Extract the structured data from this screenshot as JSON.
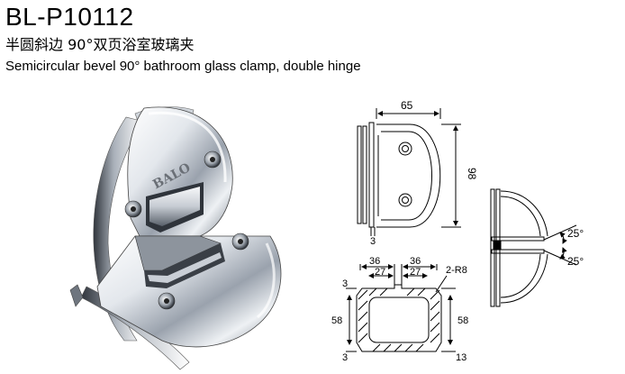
{
  "header": {
    "model": "BL-P10112",
    "title_cn": "半圆斜边 90°双页浴室玻璃夹",
    "title_en": "Semicircular bevel 90° bathroom glass clamp, double hinge"
  },
  "product": {
    "brand_mark": "BALO"
  },
  "drawing_front": {
    "width_label": "65",
    "height_label": "98",
    "gap_label": "3"
  },
  "drawing_side": {
    "angle_top": "25°",
    "angle_bottom": "25°"
  },
  "drawing_bottom": {
    "left_outer": "36",
    "left_inner": "27",
    "right_outer": "36",
    "right_inner": "27",
    "radius": "2-R8",
    "left_height": "58",
    "right_height": "58",
    "top_margin": "3",
    "bottom_left": "3",
    "bottom_right": "13"
  },
  "colors": {
    "chrome_light": "#f4f6f8",
    "chrome_mid": "#b9c0c8",
    "chrome_dark": "#3b4048",
    "line": "#000000"
  }
}
